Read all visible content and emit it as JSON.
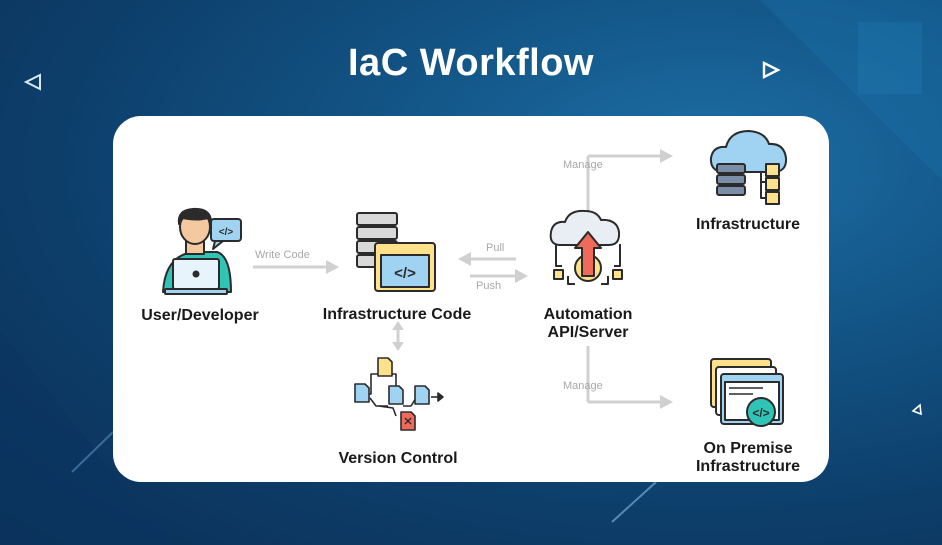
{
  "title": "IaC Workflow",
  "nodes": {
    "user": "User/Developer",
    "code": "Infrastructure Code",
    "vcs": "Version Control",
    "automation_line1": "Automation",
    "automation_line2": "API/Server",
    "infra": "Infrastructure",
    "onprem_line1": "On Premise",
    "onprem_line2": "Infrastructure"
  },
  "edges": {
    "write_code": "Write Code",
    "pull": "Pull",
    "push": "Push",
    "manage_top": "Manage",
    "manage_bottom": "Manage"
  },
  "colors": {
    "accent_teal": "#2fc4b6",
    "accent_yellow": "#fde28b",
    "accent_blue": "#9fd3f1",
    "accent_red": "#ef6a5a",
    "outline": "#2b2b2b",
    "arrow_gray": "#d0d0d0"
  },
  "icons": [
    "developer-laptop-icon",
    "code-server-icon",
    "branching-files-icon",
    "cloud-upload-gear-icon",
    "cloud-database-icon",
    "code-windows-icon"
  ]
}
